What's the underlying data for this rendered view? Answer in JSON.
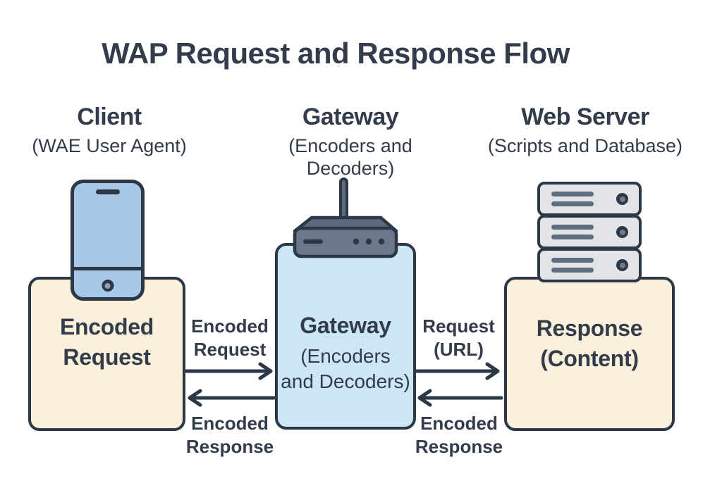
{
  "title": "WAP Request and Response Flow",
  "columns": [
    {
      "id": "client",
      "heading": "Client",
      "subheading": "(WAE User Agent)",
      "icon": "smartphone-icon"
    },
    {
      "id": "gateway",
      "heading": "Gateway",
      "subheading": "(Encoders and Decoders)",
      "icon": "wireless-router-icon"
    },
    {
      "id": "web-server",
      "heading": "Web Server",
      "subheading": "(Scripts and Database)",
      "icon": "server-stack-icon"
    }
  ],
  "boxes": {
    "client": {
      "lines": [
        "Encoded",
        "Request"
      ]
    },
    "gateway": {
      "title": "Gateway",
      "sub_lines": [
        "(Encoders",
        "and Decoders)"
      ]
    },
    "web_server": {
      "lines": [
        "Response",
        "(Content)"
      ]
    }
  },
  "flows": [
    {
      "from": "Client",
      "to": "Gateway",
      "direction": "right",
      "label_lines": [
        "Encoded",
        "Request"
      ]
    },
    {
      "from": "Gateway",
      "to": "Client",
      "direction": "left",
      "label_lines": [
        "Encoded",
        "Response"
      ]
    },
    {
      "from": "Gateway",
      "to": "Web Server",
      "direction": "right",
      "label_lines": [
        "Request",
        "(URL)"
      ]
    },
    {
      "from": "Web Server",
      "to": "Gateway",
      "direction": "left",
      "label_lines": [
        "Encoded",
        "Response"
      ]
    }
  ],
  "colors": {
    "background": "#ffffff",
    "text": "#333c4b",
    "outline": "#2c3845",
    "client_box_fill": "#faf0db",
    "gateway_box_fill": "#cde6f5",
    "web_server_box_fill": "#faf0db",
    "phone_fill": "#a8c8e8",
    "router_body_fill": "#6b7889",
    "router_lid_fill": "#5d6a7e",
    "server_unit_fill": "#e2e4e7",
    "server_bar_fill": "#5c6e80"
  }
}
